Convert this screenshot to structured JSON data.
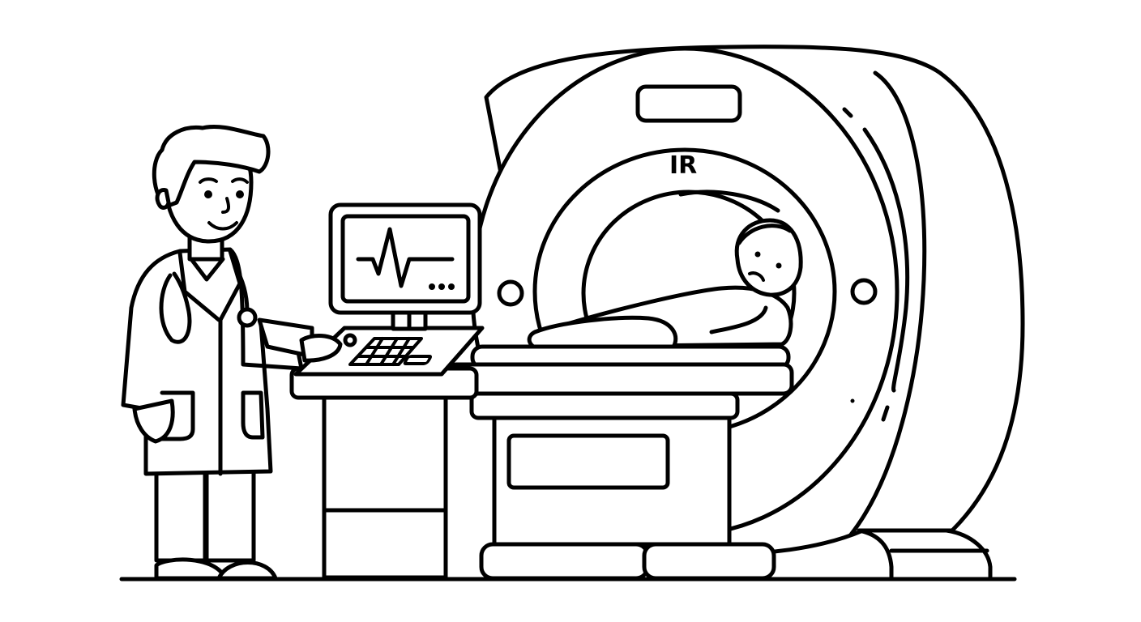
{
  "illustration": {
    "style": "black line art on white",
    "colors": {
      "stroke": "#000000",
      "background": "#ffffff"
    },
    "scanner": {
      "label": "IR"
    },
    "monitor": {
      "screen_icon": "heartbeat-waveform",
      "indicator": "..."
    },
    "subjects": [
      "doctor",
      "patient",
      "mri-scanner",
      "control-console",
      "patient-table"
    ]
  }
}
